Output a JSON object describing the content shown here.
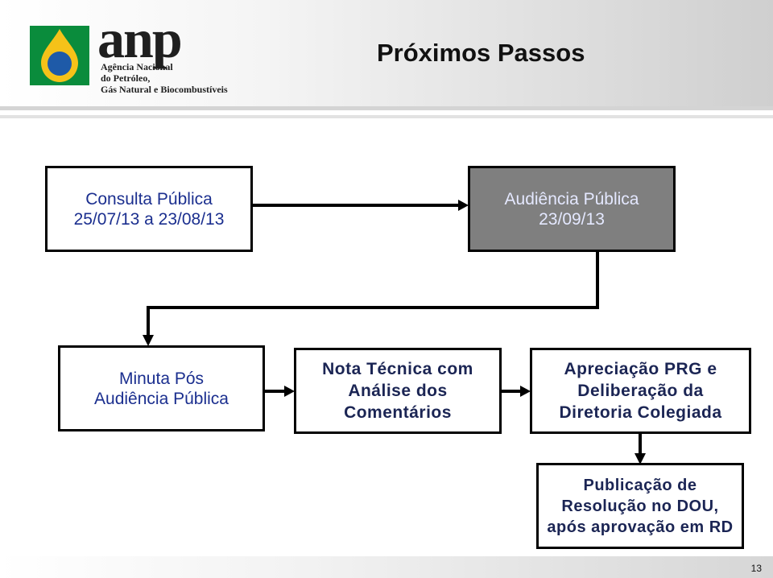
{
  "header": {
    "title": "Próximos Passos",
    "logo": {
      "word": "anp",
      "subtitle_lines": [
        "Agência Nacional",
        "do Petróleo,",
        "Gás Natural e Biocombustíveis"
      ]
    }
  },
  "colors": {
    "box_text_blue": "#1b2f8f",
    "box_text_dark": "#1b2554",
    "highlight_box_fill": "#7f7f7f",
    "logo_green": "#0a8c3c",
    "logo_yellow": "#f5c219",
    "logo_blue": "#1e5aa8"
  },
  "steps": {
    "consulta": {
      "lines": [
        "Consulta Pública",
        "25/07/13 a 23/08/13"
      ]
    },
    "audiencia": {
      "lines": [
        "Audiência Pública",
        "23/09/13"
      ]
    },
    "minuta": {
      "lines": [
        "Minuta Pós",
        "Audiência Pública"
      ]
    },
    "nota": {
      "lines": [
        "Nota Técnica com",
        "Análise dos",
        "Comentários"
      ]
    },
    "apreciacao": {
      "lines": [
        "Apreciação PRG e",
        "Deliberação da",
        "Diretoria Colegiada"
      ]
    },
    "publicacao": {
      "lines": [
        "Publicação de",
        "Resolução no DOU,",
        "após aprovação em RD"
      ]
    }
  },
  "footer": {
    "page_number": "13"
  }
}
